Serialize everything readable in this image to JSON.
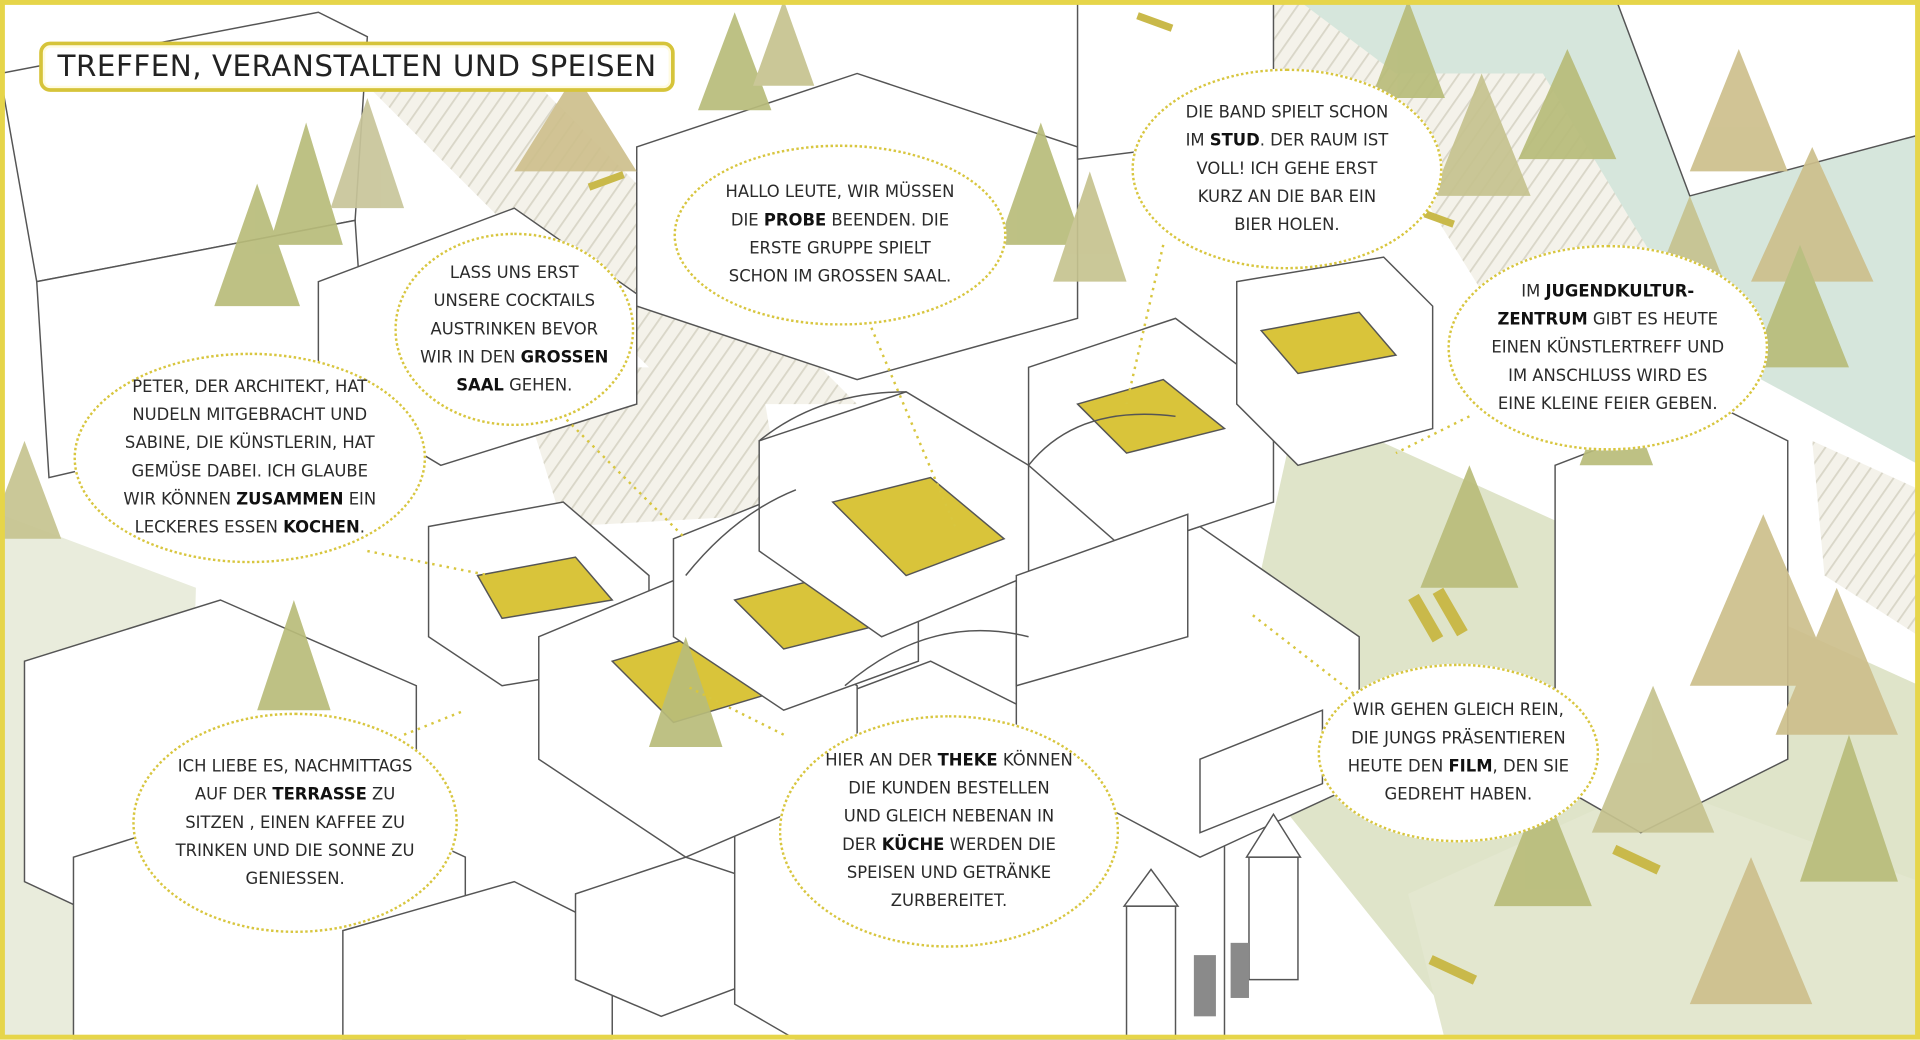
{
  "title": "TREFFEN, VERANSTALTEN UND SPEISEN",
  "colors": {
    "frame": "#e6d54a",
    "bubble_border": "#d8c63f",
    "accent_floor": "#d9c43a",
    "tree_green": "#b8bc7a",
    "tree_tan": "#cdbf8c",
    "ground_sage": "#dfe4c9",
    "mint_area": "#d6e6dc"
  },
  "bubbles": {
    "peter": {
      "lines": [
        [
          {
            "t": "PETER, DER ARCHITEKT, HAT"
          }
        ],
        [
          {
            "t": "NUDELN MITGEBRACHT UND"
          }
        ],
        [
          {
            "t": "SABINE, DIE KÜNSTLERIN, HAT"
          }
        ],
        [
          {
            "t": "GEMÜSE DABEI. ICH GLAUBE"
          }
        ],
        [
          {
            "t": "WIR KÖNNEN "
          },
          {
            "t": "ZUSAMMEN",
            "b": true
          },
          {
            "t": " EIN"
          }
        ],
        [
          {
            "t": "LECKERES ESSEN "
          },
          {
            "t": "KOCHEN",
            "b": true
          },
          {
            "t": "."
          }
        ]
      ]
    },
    "cocktails": {
      "lines": [
        [
          {
            "t": "LASS UNS ERST"
          }
        ],
        [
          {
            "t": "UNSERE COCKTAILS"
          }
        ],
        [
          {
            "t": "AUSTRINKEN BEVOR"
          }
        ],
        [
          {
            "t": "WIR IN DEN "
          },
          {
            "t": "GROßEN",
            "b": true
          }
        ],
        [
          {
            "t": "SAAL",
            "b": true
          },
          {
            "t": " GEHEN."
          }
        ]
      ]
    },
    "probe": {
      "lines": [
        [
          {
            "t": "HALLO LEUTE, WIR MÜßEN"
          }
        ],
        [
          {
            "t": "DIE "
          },
          {
            "t": "PROBE",
            "b": true
          },
          {
            "t": " BEENDEN. DIE"
          }
        ],
        [
          {
            "t": "ERSTE GRUPPE SPIELT"
          }
        ],
        [
          {
            "t": "SCHON IM GROßEN SAAL."
          }
        ]
      ]
    },
    "band": {
      "lines": [
        [
          {
            "t": "DIE BAND SPIELT SCHON"
          }
        ],
        [
          {
            "t": "IM "
          },
          {
            "t": "STUD",
            "b": true
          },
          {
            "t": ". DER RAUM IST"
          }
        ],
        [
          {
            "t": "VOLL! ICH GEHE ERST"
          }
        ],
        [
          {
            "t": "KURZ AN DIE BAR EIN"
          }
        ],
        [
          {
            "t": "BIER HOLEN."
          }
        ]
      ]
    },
    "jugend": {
      "lines": [
        [
          {
            "t": "IM "
          },
          {
            "t": "JUGENDKULTUR-",
            "b": true
          }
        ],
        [
          {
            "t": "ZENTRUM",
            "b": true
          },
          {
            "t": " GIBT ES HEUTE"
          }
        ],
        [
          {
            "t": "EINEN KÜNSTLERTREFF UND"
          }
        ],
        [
          {
            "t": "IM ANSCHLUSS WIRD ES"
          }
        ],
        [
          {
            "t": "EINE KLEINE FEIER GEBEN."
          }
        ]
      ]
    },
    "terrasse": {
      "lines": [
        [
          {
            "t": "ICH LIEBE ES, NACHMITTAGS"
          }
        ],
        [
          {
            "t": "AUF DER "
          },
          {
            "t": "TERRASSE",
            "b": true
          },
          {
            "t": " ZU"
          }
        ],
        [
          {
            "t": "SITZEN , EINEN KAFFEE ZU"
          }
        ],
        [
          {
            "t": "TRINKEN UND DIE SONNE ZU"
          }
        ],
        [
          {
            "t": "GENIESSEN."
          }
        ]
      ]
    },
    "theke": {
      "lines": [
        [
          {
            "t": "HIER AN DER "
          },
          {
            "t": "THEKE",
            "b": true
          },
          {
            "t": " KÖNNEN"
          }
        ],
        [
          {
            "t": "DIE KUNDEN BESTELLEN"
          }
        ],
        [
          {
            "t": "UND GLEICH NEBENAN IN"
          }
        ],
        [
          {
            "t": "DER "
          },
          {
            "t": "KÜCHE",
            "b": true
          },
          {
            "t": " WERDEN DIE"
          }
        ],
        [
          {
            "t": "SPEISEN UND GETRÄNKE"
          }
        ],
        [
          {
            "t": "ZURBEREITET."
          }
        ]
      ]
    },
    "film": {
      "lines": [
        [
          {
            "t": "WIR GEHEN GLEICH REIN,"
          }
        ],
        [
          {
            "t": "DIE JUNGS PRÄSENTIEREN"
          }
        ],
        [
          {
            "t": "HEUTE DEN "
          },
          {
            "t": "FILM",
            "b": true
          },
          {
            "t": ", DEN SIE"
          }
        ],
        [
          {
            "t": "GEDREHT HABEN."
          }
        ]
      ]
    }
  }
}
